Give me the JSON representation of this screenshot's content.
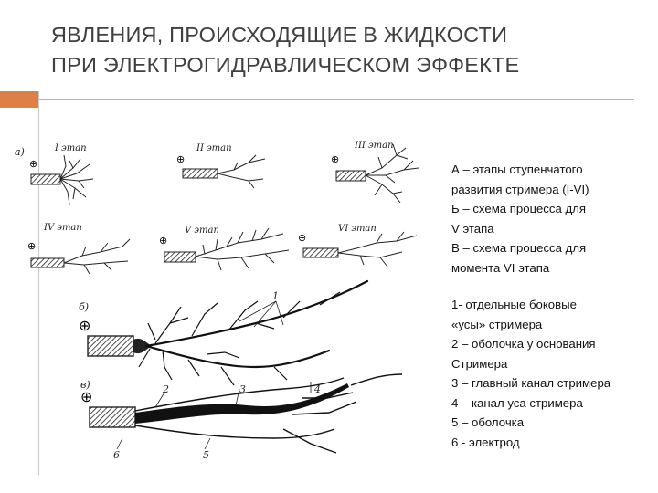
{
  "slide": {
    "title_lines": [
      "ЯВЛЕНИЯ, ПРОИСХОДЯЩИЕ В ЖИДКОСТИ",
      "ПРИ ЭЛЕКТРОГИДРАВЛИЧЕСКОМ ЭФФЕКТЕ"
    ],
    "accent_color": "#dd8047"
  },
  "figure": {
    "part_a_label": "а)",
    "part_b_label": "б)",
    "part_c_label": "в)",
    "stage_labels": [
      "I этап",
      "II этап",
      "III этап",
      "IV этап",
      "V этап",
      "VI этап"
    ],
    "numbers": [
      "1",
      "2",
      "3",
      "4",
      "5",
      "6"
    ]
  },
  "legend_stages": [
    "А – этапы ступенчатого",
    "развития стримера (I-VI)",
    "Б – схема процесса для",
    "V этапа",
    "В – схема процесса для",
    "момента VI этапа"
  ],
  "legend_parts": [
    "1- отдельные боковые",
    "«усы» стримера",
    "2 – оболочка у основания",
    "Стримера",
    "3 – главный канал стримера",
    "4 – канал уса стримера",
    "5 – оболочка",
    "6 - электрод"
  ]
}
